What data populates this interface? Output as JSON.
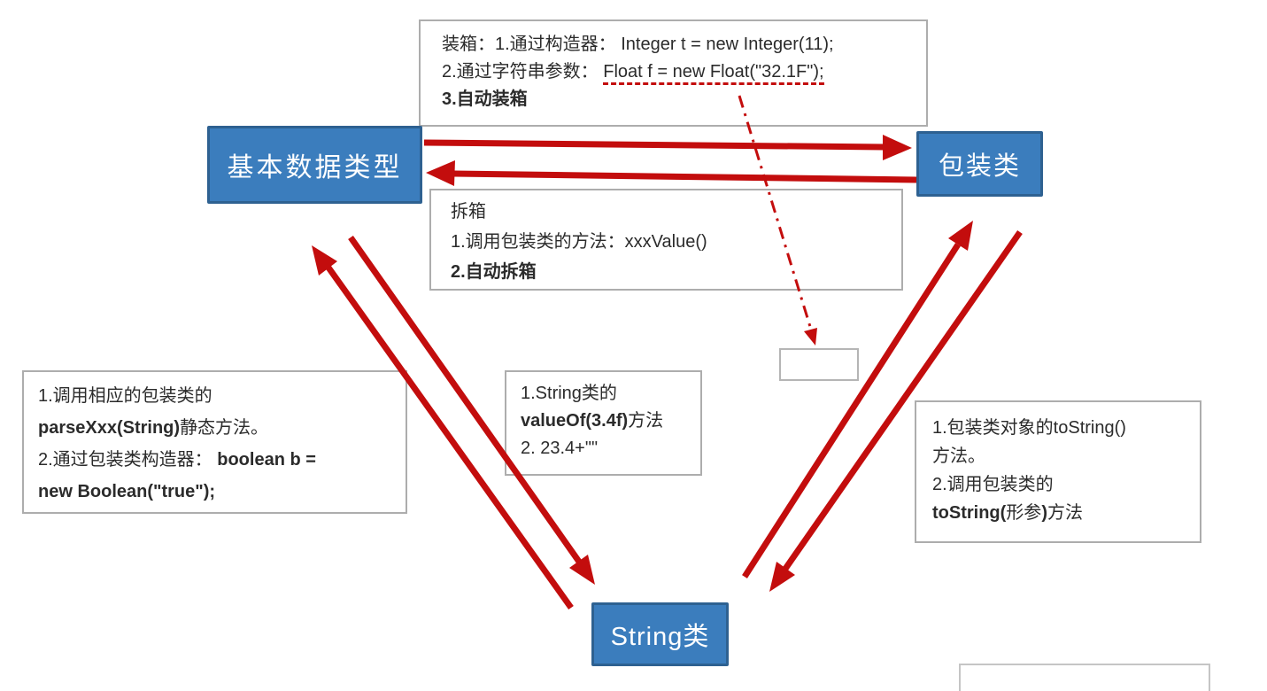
{
  "colors": {
    "arrow_red": "#c30d0d",
    "node_blue_fill": "#3b7dbd",
    "node_blue_border": "#2e6191",
    "note_border_gray": "#adadad",
    "text_dark": "#2b2b2b"
  },
  "nodes": {
    "primitive": {
      "label": "基本数据类型"
    },
    "wrapper": {
      "label": "包装类"
    },
    "string_class": {
      "label": "String类"
    }
  },
  "notes": {
    "boxing": {
      "lines": [
        [
          {
            "t": "装箱：1.通过构造器：  Integer t = new Integer(11);"
          }
        ],
        [
          {
            "t": "2.通过字符串参数： "
          },
          {
            "t": "Float f = new Float(\"32.1F\");",
            "u": true
          }
        ],
        [
          {
            "t": "3.自动装箱",
            "b": true
          }
        ]
      ]
    },
    "unboxing": {
      "lines": [
        [
          {
            "t": "拆箱"
          }
        ],
        [
          {
            "t": "1.调用包装类的方法：xxxValue()"
          }
        ],
        [
          {
            "t": "2.自动拆箱",
            "b": true
          }
        ]
      ]
    },
    "parse": {
      "lines": [
        [
          {
            "t": "1.调用相应的包装类的"
          }
        ],
        [
          {
            "t": "parseXxx(String)",
            "b": true
          },
          {
            "t": "静态方法。"
          }
        ],
        [
          {
            "t": "2.通过包装类构造器： "
          },
          {
            "t": "boolean b =",
            "b": true
          }
        ],
        [
          {
            "t": "new Boolean(\"true\");",
            "b": true
          }
        ]
      ]
    },
    "valueof": {
      "lines": [
        [
          {
            "t": "1.String类的"
          }
        ],
        [
          {
            "t": "valueOf(3.4f)",
            "b": true
          },
          {
            "t": "方法"
          }
        ],
        [
          {
            "t": "2. 23.4+\"\""
          }
        ]
      ]
    },
    "tostring": {
      "lines": [
        [
          {
            "t": "1.包装类对象的toString()"
          }
        ],
        [
          {
            "t": "方法。"
          }
        ],
        [
          {
            "t": "2.调用包装类的"
          }
        ],
        [
          {
            "t": "toString(",
            "b": true
          },
          {
            "t": "形参"
          },
          {
            "t": ")",
            "b": true
          },
          {
            "t": "方法"
          }
        ]
      ]
    }
  }
}
